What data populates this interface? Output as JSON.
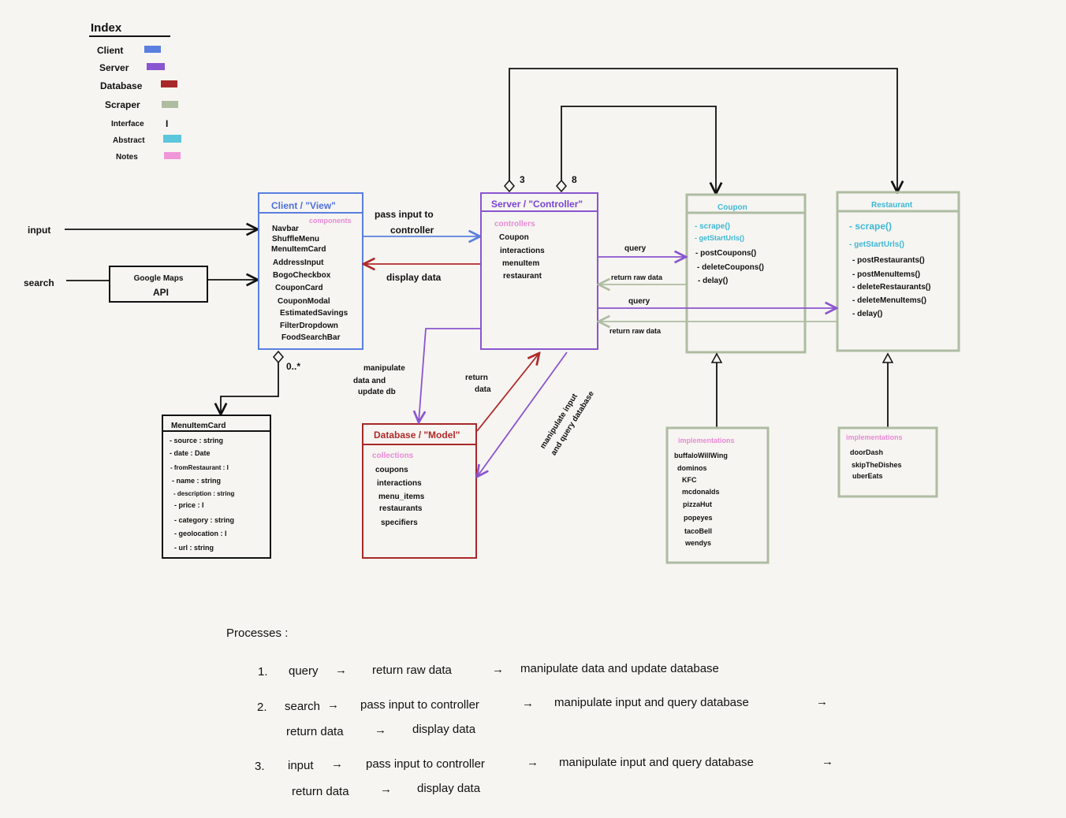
{
  "colors": {
    "client": "#5b7fe0",
    "server": "#8a55d0",
    "database": "#a8282a",
    "scraper": "#aebca2",
    "abstract": "#5bc6dc",
    "notes": "#ef96d8"
  },
  "index": {
    "title": "Index",
    "items": [
      {
        "label": "Client"
      },
      {
        "label": "Server"
      },
      {
        "label": "Database"
      },
      {
        "label": "Scraper"
      },
      {
        "label": "Interface",
        "symbol": "I"
      },
      {
        "label": "Abstract"
      },
      {
        "label": "Notes"
      }
    ]
  },
  "inputs": {
    "input": "input",
    "search": "search",
    "google_maps": [
      "Google Maps",
      "API"
    ]
  },
  "client": {
    "title": "Client / \"View\"",
    "note": "components",
    "items": [
      "Navbar",
      "ShuffleMenu",
      "MenuItemCard",
      "AddressInput",
      "BogoCheckbox",
      "CouponCard",
      "CouponModal",
      "EstimatedSavings",
      "FilterDropdown",
      "FoodSearchBar"
    ],
    "multiplicity": "0..*"
  },
  "server": {
    "title": "Server / \"Controller\"",
    "note": "controllers",
    "items": [
      "Coupon",
      "interactions",
      "menuItem",
      "restaurant"
    ],
    "agg_left": "3",
    "agg_right": "8"
  },
  "coupon": {
    "title": "Coupon",
    "abstract_methods": [
      "- scrape()",
      "- getStartUrls()"
    ],
    "methods": [
      "- postCoupons()",
      "- deleteCoupons()",
      "- delay()"
    ]
  },
  "restaurant": {
    "title": "Restaurant",
    "abstract_methods": [
      "- scrape()",
      "- getStartUrls()"
    ],
    "methods": [
      "- postRestaurants()",
      "- postMenuItems()",
      "- deleteRestaurants()",
      "- deleteMenuItems()",
      "- delay()"
    ]
  },
  "coupon_impl": {
    "note": "implementations",
    "items": [
      "buffaloWillWing",
      "dominos",
      "KFC",
      "mcdonalds",
      "pizzaHut",
      "popeyes",
      "tacoBell",
      "wendys"
    ]
  },
  "restaurant_impl": {
    "note": "implementations",
    "items": [
      "doorDash",
      "skipTheDishes",
      "uberEats"
    ]
  },
  "menu_item_card": {
    "title": "MenuItemCard",
    "fields": [
      "- source : string",
      "- date : Date",
      "- fromRestaurant : I",
      "- name : string",
      "- description : string",
      "- price : I",
      "- category : string",
      "- geolocation : I",
      "- url : string"
    ]
  },
  "database": {
    "title": "Database / \"Model\"",
    "note": "collections",
    "items": [
      "coupons",
      "interactions",
      "menu_items",
      "restaurants",
      "specifiers"
    ]
  },
  "edges": {
    "pass_input": [
      "pass input to",
      "controller"
    ],
    "display_data": "display data",
    "query1": "query",
    "return_raw1": "return raw data",
    "query2": "query",
    "return_raw2": "return raw data",
    "manip_update": [
      "manipulate",
      "data and",
      "update db"
    ],
    "return_data": [
      "return",
      "data"
    ],
    "manip_query": [
      "manipulate input",
      "and query database"
    ]
  },
  "processes": {
    "title": "Processes :",
    "arrow": "→",
    "p1": {
      "num": "1.",
      "steps": [
        "query",
        "return raw data",
        "manipulate data and update database"
      ]
    },
    "p2": {
      "num": "2.",
      "steps": [
        "search",
        "pass input to controller",
        "manipulate input and query database",
        "return data",
        "display data"
      ]
    },
    "p3": {
      "num": "3.",
      "steps": [
        "input",
        "pass input to controller",
        "manipulate input and query database",
        "return data",
        "display data"
      ]
    }
  }
}
